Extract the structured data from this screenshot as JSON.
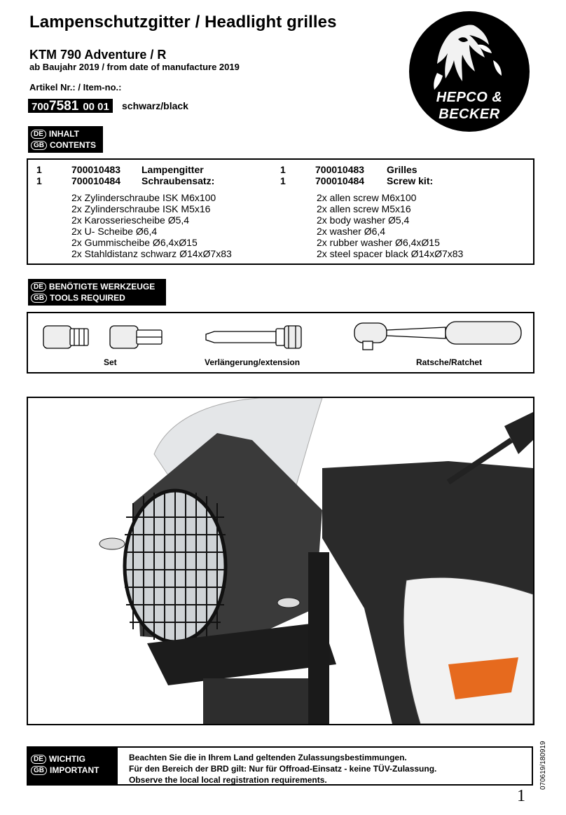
{
  "header": {
    "title": "Lampenschutzgitter / Headlight grilles",
    "model": "KTM 790 Adventure / R",
    "since": "ab Baujahr 2019 / from date of manufacture 2019",
    "article_label": "Artikel Nr.: / Item-no.:",
    "article_prefix": "700",
    "article_main": "7581",
    "article_suffix": "00 01",
    "article_color": "schwarz/black"
  },
  "logo": {
    "line1": "HEPCO &",
    "line2": "BECKER"
  },
  "contents_head": {
    "de_tag": "DE",
    "gb_tag": "GB",
    "de": "INHALT",
    "gb": "CONTENTS"
  },
  "contents": {
    "rows": [
      {
        "qty": "1",
        "no": "700010483",
        "de": "Lampengitter",
        "qty_en": "1",
        "no_en": "700010483",
        "en": "Grilles"
      },
      {
        "qty": "1",
        "no": "700010484",
        "de": "Schraubensatz:",
        "qty_en": "1",
        "no_en": "700010484",
        "en": "Screw kit:"
      }
    ],
    "de_items": [
      "2x Zylinderschraube ISK M6x100",
      "2x Zylinderschraube ISK M5x16",
      "2x Karosseriescheibe Ø5,4",
      "2x U- Scheibe Ø6,4",
      "2x Gummischeibe Ø6,4xØ15",
      "2x Stahldistanz schwarz Ø14xØ7x83"
    ],
    "en_items": [
      "2x allen screw M6x100",
      "2x allen screw M5x16",
      "2x body washer  Ø5,4",
      "2x washer Ø6,4",
      "2x rubber washer Ø6,4xØ15",
      "2x steel spacer black Ø14xØ7x83"
    ]
  },
  "tools_head": {
    "de_tag": "DE",
    "gb_tag": "GB",
    "de": "BENÖTIGTE WERKZEUGE",
    "gb": "TOOLS REQUIRED"
  },
  "tools": {
    "set": "Set",
    "extension": "Verlängerung/extension",
    "ratchet": "Ratsche/Ratchet"
  },
  "important": {
    "de_tag": "DE",
    "gb_tag": "GB",
    "de": "WICHTIG",
    "gb": "IMPORTANT",
    "line1": "Beachten Sie die in Ihrem Land geltenden Zulassungsbestimmungen.",
    "line2": "Für den Bereich der BRD gilt: Nur für Offroad-Einsatz - keine TÜV-Zulassung.",
    "line3": "Observe the local local registration requirements."
  },
  "doc_code": "070619/180919",
  "page_number": "1"
}
